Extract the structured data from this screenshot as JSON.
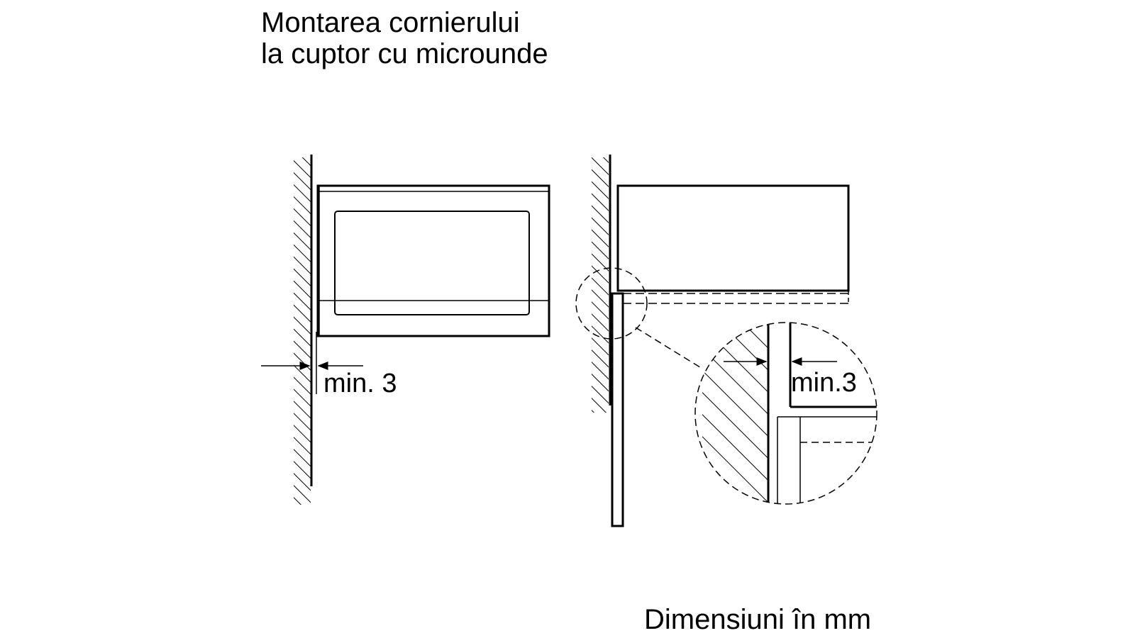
{
  "title": {
    "line1": "Montarea cornierului",
    "line2": "la cuptor cu microunde"
  },
  "front_view": {
    "clearance_label": "min. 3"
  },
  "detail_view": {
    "clearance_label": "min.3"
  },
  "units_note": "Dimensiuni în mm"
}
